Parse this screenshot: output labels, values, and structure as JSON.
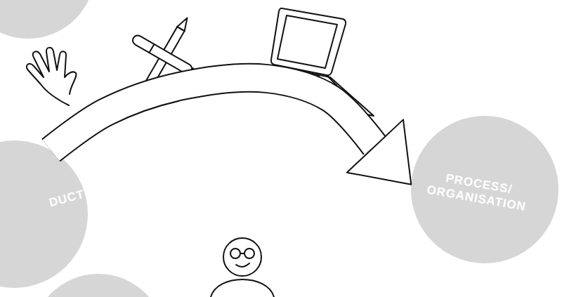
{
  "diagram": {
    "nodes": [
      {
        "text": [
          "DUCT"
        ]
      },
      {
        "text": [
          "PROCESS/ ORGANISATION"
        ]
      }
    ],
    "edges": [
      {
        "from": 0,
        "to": 1,
        "arrow": "to"
      }
    ]
  }
}
